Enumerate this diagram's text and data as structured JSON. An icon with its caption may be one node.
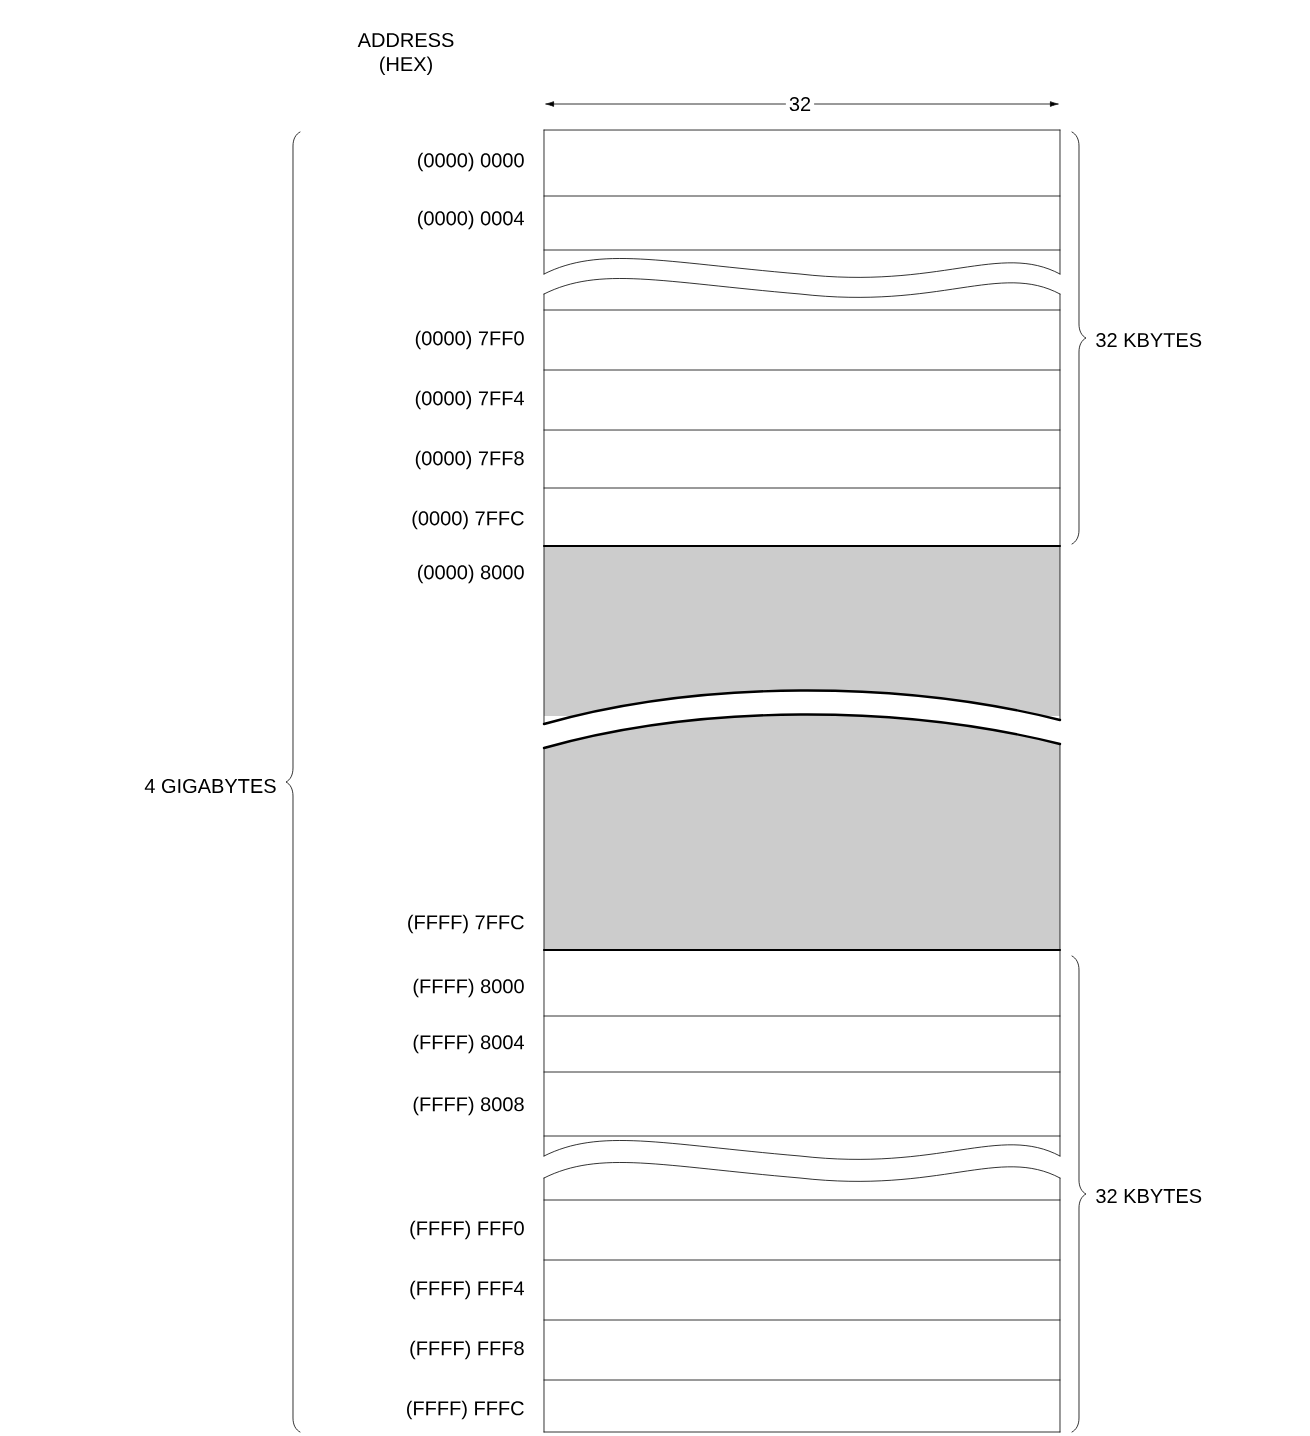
{
  "diagram": {
    "labels": [
      "ADDRESS (HEX)",
      "32",
      "(0000) 0000",
      "(0000) 0004",
      "(0000) 7FF0",
      "(0000) 7FF4",
      "(0000) 7FF8",
      "(0000) 7FFC",
      "(0000) 8000",
      "(FFFF) 7FFC",
      "(FFFF) 8000",
      "(FFFF) 8004",
      "(FFFF) 8008",
      "(FFFF) FFF0",
      "(FFFF) FFF4",
      "(FFFF) FFF8",
      "(FFFF) FFFC",
      "32 KBYTES",
      "4 GIGABYTES",
      "32 KBYTES"
    ]
  }
}
